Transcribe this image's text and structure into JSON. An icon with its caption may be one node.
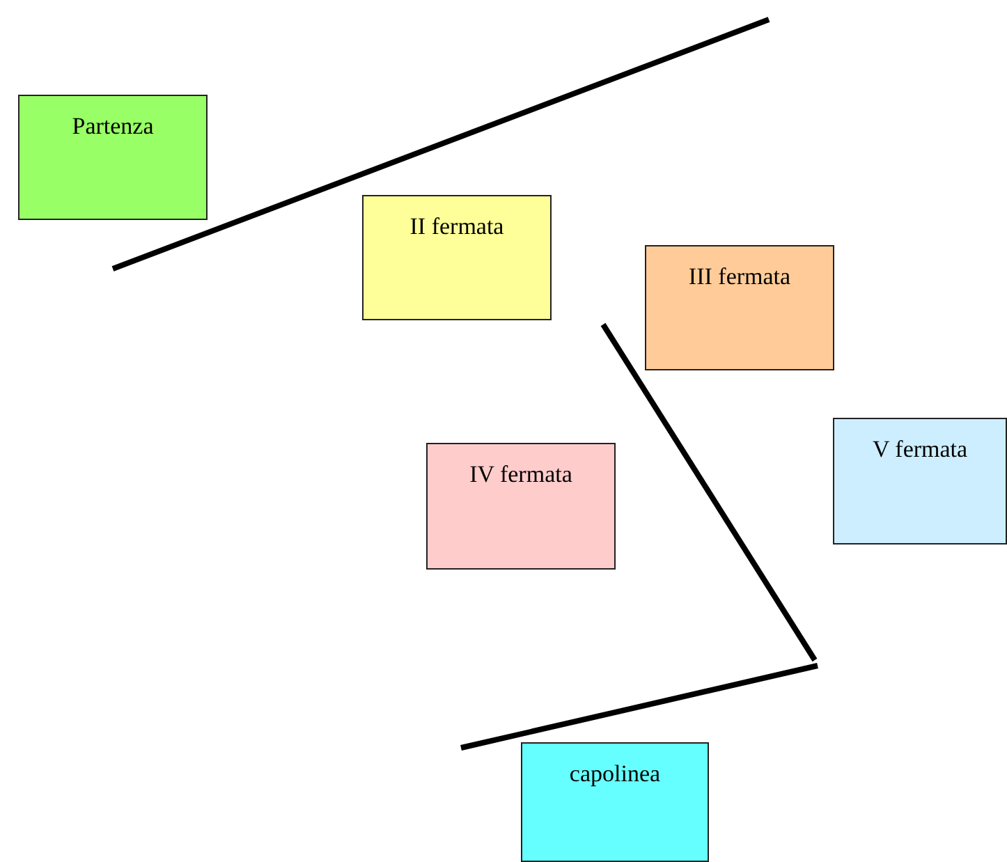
{
  "diagram": {
    "nodes": [
      {
        "text": [
          "Partenza"
        ]
      },
      {
        "text": [
          "II fermata"
        ]
      },
      {
        "text": [
          "III fermata"
        ]
      },
      {
        "text": [
          "IV fermata"
        ]
      },
      {
        "text": [
          "V fermata"
        ]
      },
      {
        "text": [
          "capolinea"
        ]
      }
    ]
  }
}
